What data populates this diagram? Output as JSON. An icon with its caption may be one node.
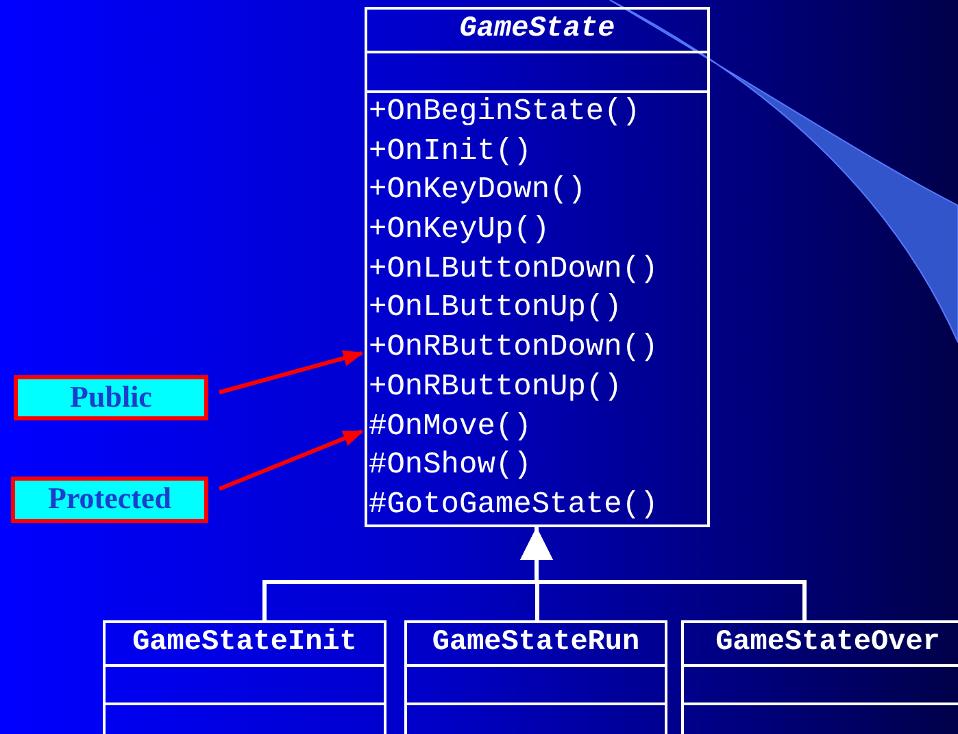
{
  "diagram": {
    "nodes": [
      {
        "text": [
          "GameState",
          "+OnBeginState()",
          "+OnInit()",
          "+OnKeyDown()",
          "+OnKeyUp()",
          "+OnLButtonDown()",
          "+OnLButtonUp()",
          "+OnRButtonDown()",
          "+OnRButtonUp()",
          "#OnMove()",
          "#OnShow()",
          "#GotoGameState()"
        ]
      },
      {
        "text": [
          "Public"
        ]
      },
      {
        "text": [
          "Protected"
        ]
      },
      {
        "text": [
          "GameStateInit"
        ]
      },
      {
        "text": [
          "GameStateRun"
        ]
      },
      {
        "text": [
          "GameStateOver"
        ]
      }
    ],
    "edges": [
      {
        "from": 1,
        "to": 0,
        "arrow": "to",
        "color": "#ff0000"
      },
      {
        "from": 2,
        "to": 0,
        "arrow": "to",
        "color": "#ff0000"
      },
      {
        "from": 3,
        "to": 0,
        "arrow": "to"
      },
      {
        "from": 4,
        "to": 0,
        "arrow": "to"
      },
      {
        "from": 5,
        "to": 0,
        "arrow": "to"
      }
    ]
  }
}
